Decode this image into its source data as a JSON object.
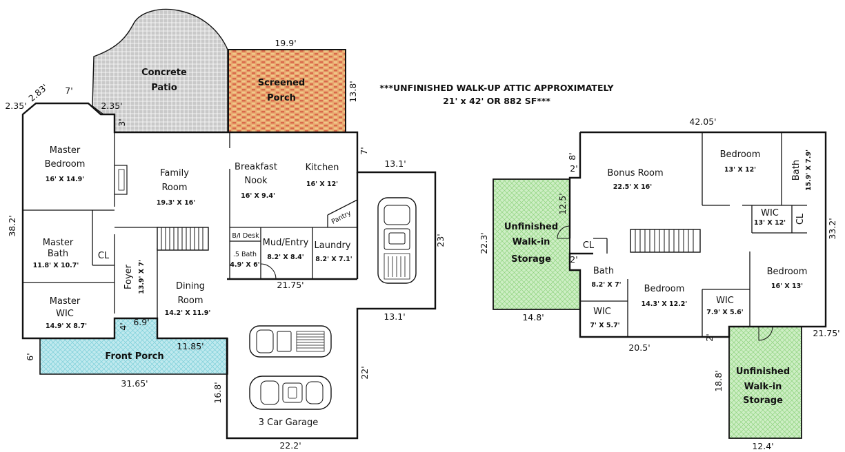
{
  "note": {
    "line1": "***UNFINISHED WALK-UP ATTIC APPROXIMATELY",
    "line2": "21' x 42' OR 882 SF***"
  },
  "colors": {
    "concrete": "#c8c8c8",
    "porch_brick": "#e8a06a",
    "front_porch": "#aee3e8",
    "unfinished_storage": "#bfe8b5",
    "walls": "#111111"
  },
  "first_floor": {
    "rooms": {
      "concrete_patio": [
        "Concrete",
        "Patio"
      ],
      "screened_porch": [
        "Screened",
        "Porch"
      ],
      "master_bedroom": {
        "name": [
          "Master",
          "Bedroom"
        ],
        "size": "16' X 14.9'"
      },
      "family_room": {
        "name": [
          "Family",
          "Room"
        ],
        "size": "19.3' X 16'"
      },
      "breakfast_nook": {
        "name": [
          "Breakfast",
          "Nook"
        ],
        "size": "16' X 9.4'"
      },
      "kitchen": {
        "name": "Kitchen",
        "size": "16' X 12'"
      },
      "pantry": "Pantry",
      "master_bath": {
        "name": [
          "Master",
          "Bath"
        ],
        "size": "11.8' X 10.7'"
      },
      "cl": "CL",
      "bi_desk": "B/I Desk",
      "mud_entry": {
        "name": "Mud/Entry",
        "size": "8.2' X 8.4'"
      },
      "laundry": {
        "name": "Laundry",
        "size": "8.2' X 7.1'"
      },
      "half_bath": {
        "name": ".5 Bath",
        "size": "4.9' X 6'"
      },
      "foyer": {
        "name": "Foyer",
        "size": "13.9' X 7'"
      },
      "dining_room": {
        "name": [
          "Dining",
          "Room"
        ],
        "size": "14.2' X 11.9'"
      },
      "master_wic": {
        "name": [
          "Master",
          "WIC"
        ],
        "size": "14.9' X 8.7'"
      },
      "front_porch": "Front Porch",
      "garage": "3 Car Garage"
    },
    "dimensions": {
      "porch_top": "19.9'",
      "porch_side": "13.8'",
      "angle_a": "2.35'",
      "angle_b": "2.83'",
      "angle_c": "7'",
      "angle_d": "2.35'",
      "step_3": "3'",
      "kitchen_7": "7'",
      "left_38": "38.2'",
      "garage_top": "13.1'",
      "garage_23": "23'",
      "laundry_bottom": "21.75'",
      "garage_mid": "13.1'",
      "porch_4": "4'",
      "porch_69": "6.9'",
      "porch_1185": "11.85'",
      "porch_6": "6'",
      "bottom_3165": "31.65'",
      "garage_22": "22'",
      "garage_168": "16.8'",
      "garage_bottom": "22.2'"
    }
  },
  "second_floor": {
    "rooms": {
      "bonus_room": {
        "name": "Bonus Room",
        "size": "22.5' X 16'"
      },
      "bedroom_1": {
        "name": "Bedroom",
        "size": "13' X 12'"
      },
      "bath_1": {
        "name": "Bath",
        "size": "15.9' X 7.9'"
      },
      "wic_1": {
        "name": "WIC",
        "size": "13' X 12'"
      },
      "cl_1": "CL",
      "cl_2": "CL",
      "storage_1": [
        "Unfinished",
        "Walk-in",
        "Storage"
      ],
      "bath_2": {
        "name": "Bath",
        "size": "8.2' X 7'"
      },
      "bedroom_2": {
        "name": "Bedroom",
        "size": "14.3' X 12.2'"
      },
      "bedroom_3": {
        "name": "Bedroom",
        "size": "16' X 13'"
      },
      "wic_2": {
        "name": "WIC",
        "size": "7' X 5.7'"
      },
      "wic_3": {
        "name": "WIC",
        "size": "7.9' X 5.6'"
      },
      "storage_2": [
        "Unfinished",
        "Walk-in",
        "Storage"
      ]
    },
    "dimensions": {
      "top_4205": "42.05'",
      "left_8": "8'",
      "left_2a": "2'",
      "stor_125": "12.5'",
      "left_2b": "2'",
      "stor_223": "22.3'",
      "right_332": "33.2'",
      "stor_148": "14.8'",
      "bottom_205": "20.5'",
      "bottom_2": "2'",
      "right_2175": "21.75'",
      "stor2_188": "18.8'",
      "stor2_124": "12.4'"
    }
  }
}
